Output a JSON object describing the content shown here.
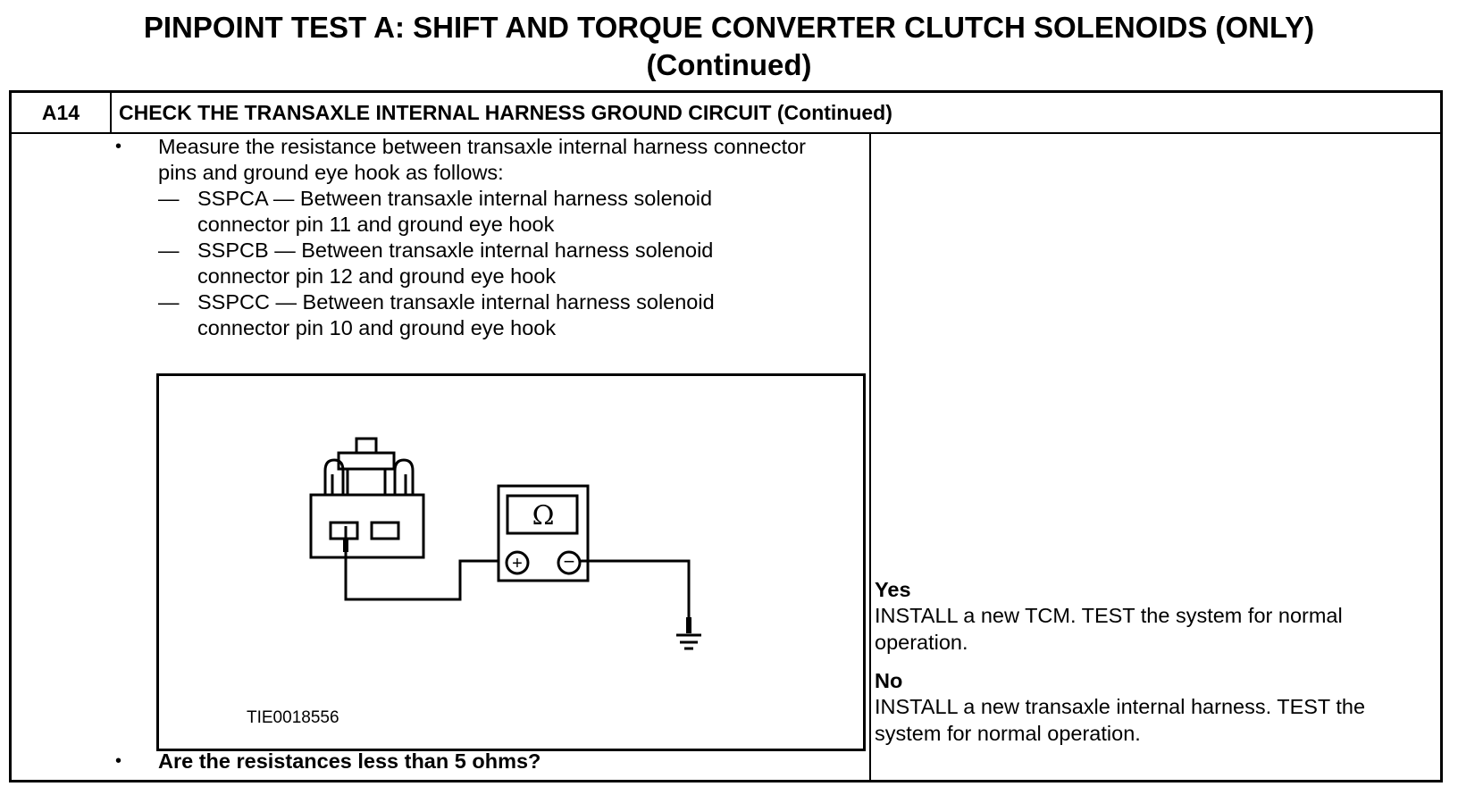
{
  "title": {
    "line1": "PINPOINT TEST A: SHIFT AND TORQUE CONVERTER CLUTCH SOLENOIDS (ONLY)",
    "line2": "(Continued)"
  },
  "step": {
    "id": "A14",
    "title": "CHECK THE TRANSAXLE INTERNAL HARNESS GROUND CIRCUIT (Continued)"
  },
  "instruction": {
    "bullet": "•",
    "line1": "Measure the resistance between transaxle internal harness connector",
    "line2": "pins and ground eye hook as follows:",
    "dash": "—",
    "items": [
      {
        "line1": "SSPCA — Between transaxle internal harness solenoid",
        "line2": "connector pin 11 and ground eye hook"
      },
      {
        "line1": "SSPCB — Between transaxle internal harness solenoid",
        "line2": "connector pin 12 and ground eye hook"
      },
      {
        "line1": "SSPCC — Between transaxle internal harness solenoid",
        "line2": "connector pin 10 and ground eye hook"
      }
    ]
  },
  "figure": {
    "id": "TIE0018556",
    "meter_symbol": "Ω",
    "plus_symbol": "+",
    "minus_symbol": "−"
  },
  "question": "Are the resistances less than 5 ohms?",
  "answers": {
    "yes_label": "Yes",
    "yes_text": "INSTALL a new TCM. TEST the system for normal operation.",
    "no_label": "No",
    "no_text": "INSTALL a new transaxle internal harness. TEST the system for normal operation."
  }
}
